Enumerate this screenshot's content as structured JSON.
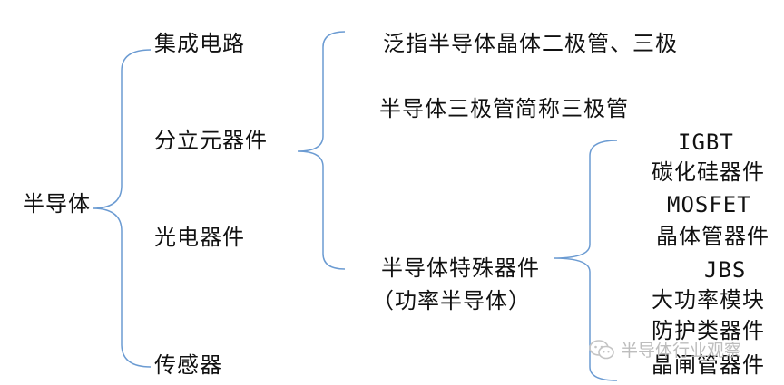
{
  "root": "半导体",
  "level1": [
    "集成电路",
    "分立元器件",
    "光电器件",
    "传感器"
  ],
  "level2": [
    "泛指半导体晶体二极管、三极",
    "半导体三极管简称三极管"
  ],
  "special": {
    "line1": "半导体特殊器件",
    "line2": "（功率半导体）"
  },
  "level3": [
    "IGBT",
    "碳化硅器件",
    "MOSFET",
    "晶体管器件",
    "JBS",
    "大功率模块",
    "防护类器件",
    "晶闸管器件"
  ],
  "watermark": {
    "text": "半导体行业观察",
    "icon": "wechat-icon"
  },
  "colors": {
    "bracket": "#6b9bd2",
    "text": "#111111",
    "watermark": "#bdbdbd"
  }
}
